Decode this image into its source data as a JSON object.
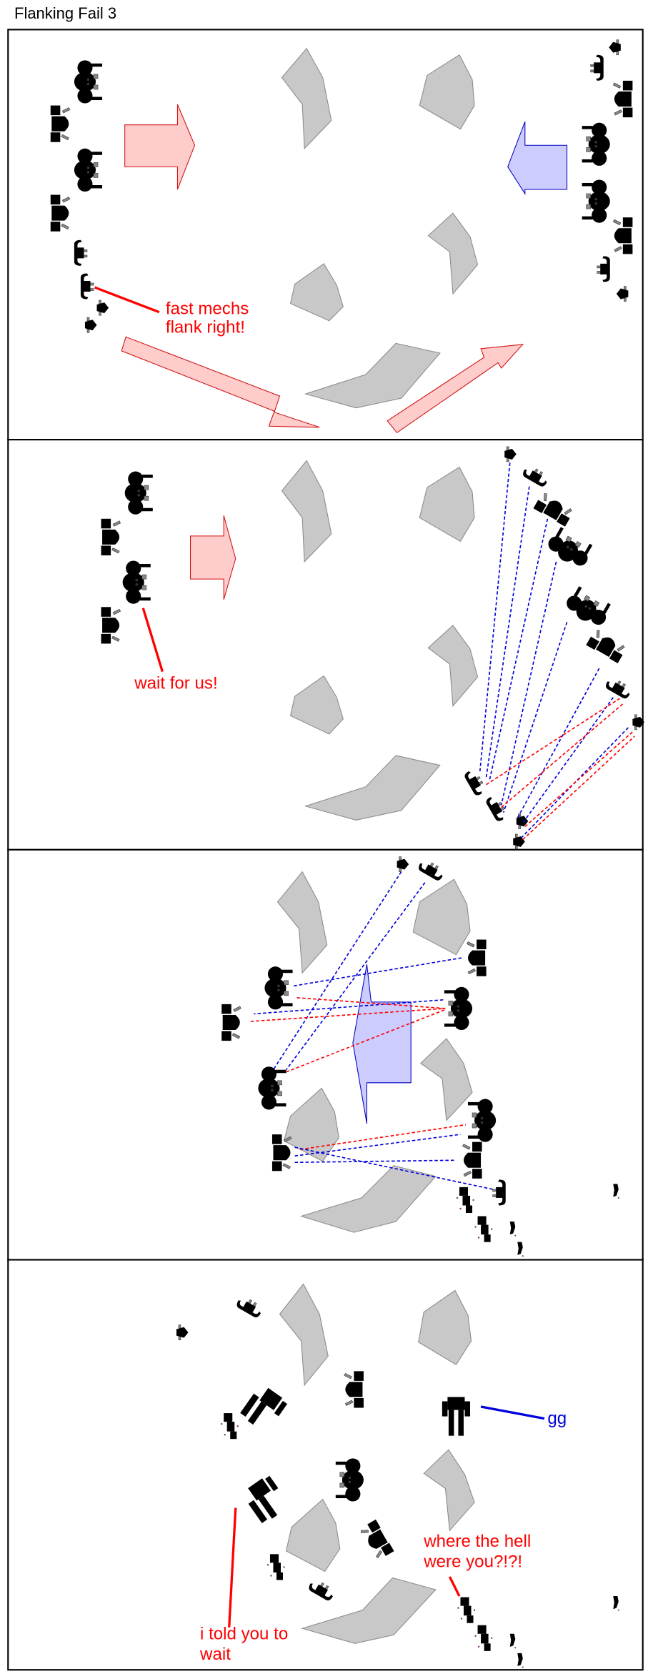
{
  "title": "Flanking Fail 3",
  "colors": {
    "red_team": "#ee6666",
    "blue_team": "#3388dd",
    "destroyed": "#7a7a7a",
    "rock": "#c8c8c8",
    "red_arrow_fill": "#ffcccc",
    "blue_arrow_fill": "#ccccff",
    "red_text": "#ff0000",
    "blue_text": "#0000dd"
  },
  "panels": [
    {
      "index": 1,
      "captions": [
        {
          "lines": [
            "fast mechs",
            "flank right!"
          ],
          "color": "red"
        }
      ],
      "arrows": [
        {
          "team": "red",
          "direction": "right"
        },
        {
          "team": "blue",
          "direction": "left"
        },
        {
          "team": "red",
          "direction": "down-right"
        },
        {
          "team": "red",
          "direction": "up-right"
        }
      ]
    },
    {
      "index": 2,
      "captions": [
        {
          "lines": [
            "wait for us!"
          ],
          "color": "red"
        }
      ],
      "arrows": [
        {
          "team": "red",
          "direction": "right"
        }
      ]
    },
    {
      "index": 3,
      "captions": [],
      "arrows": [
        {
          "team": "blue",
          "direction": "left"
        }
      ]
    },
    {
      "index": 4,
      "captions": [
        {
          "lines": [
            "gg"
          ],
          "color": "blue"
        },
        {
          "lines": [
            "where the hell",
            "were you?!?!"
          ],
          "color": "red"
        },
        {
          "lines": [
            "i told you to",
            "wait"
          ],
          "color": "red"
        }
      ],
      "arrows": []
    }
  ]
}
